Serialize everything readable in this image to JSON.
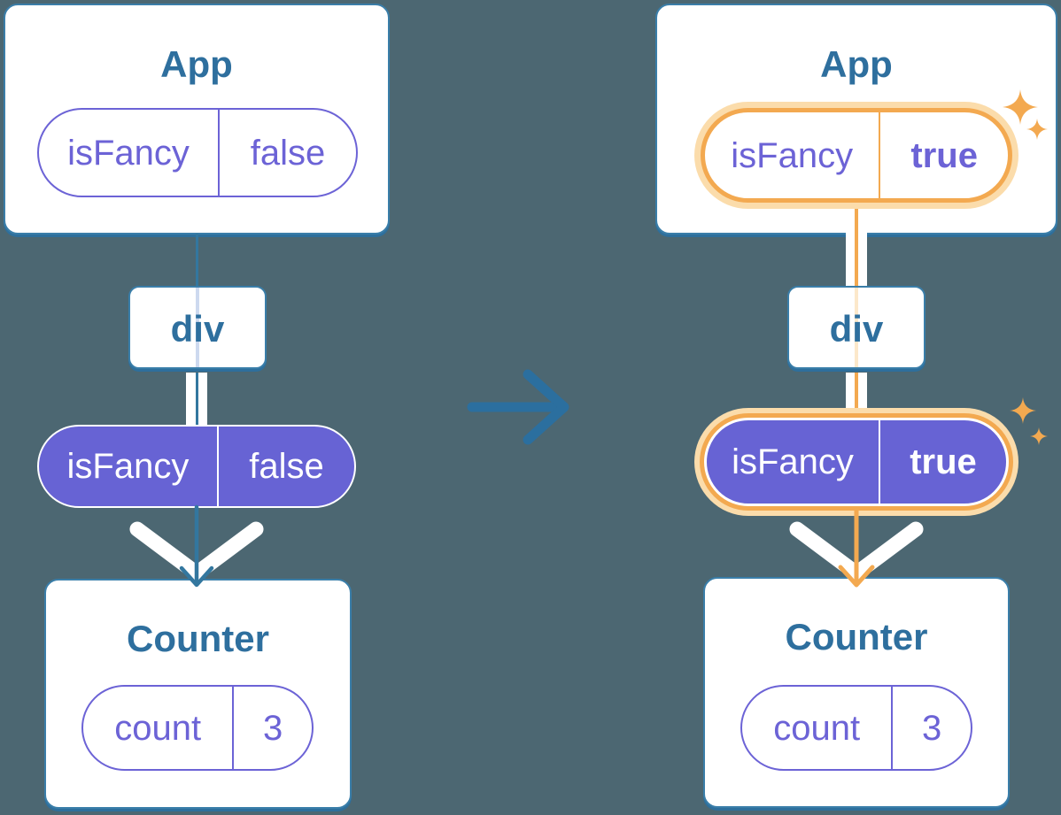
{
  "colors": {
    "background": "#4c6772",
    "card_border": "#3a7ea9",
    "card_shadow": "#2e6f9c",
    "heading_text": "#2e6f9e",
    "purple": "#6c63d6",
    "purple_fill": "#6763d4",
    "teal_line": "#33779f",
    "arrow_blue": "#2b6f9f",
    "orange": "#f3a950",
    "orange_halo": "#fbdcab",
    "light_blue_line": "#cdd9ef",
    "light_orange_line": "#fce8ca",
    "white": "#ffffff"
  },
  "before": {
    "app": {
      "title": "App",
      "state": {
        "name": "isFancy",
        "value": "false"
      }
    },
    "container": {
      "label": "div"
    },
    "prop": {
      "name": "isFancy",
      "value": "false"
    },
    "counter": {
      "title": "Counter",
      "state": {
        "name": "count",
        "value": "3"
      }
    }
  },
  "after": {
    "app": {
      "title": "App",
      "state": {
        "name": "isFancy",
        "value": "true"
      }
    },
    "container": {
      "label": "div"
    },
    "prop": {
      "name": "isFancy",
      "value": "true"
    },
    "counter": {
      "title": "Counter",
      "state": {
        "name": "count",
        "value": "3"
      }
    }
  },
  "icons": {
    "transition_arrow": "right-arrow",
    "prop_flow_arrow": "down-chevron-arrow",
    "highlight": "sparkles"
  }
}
